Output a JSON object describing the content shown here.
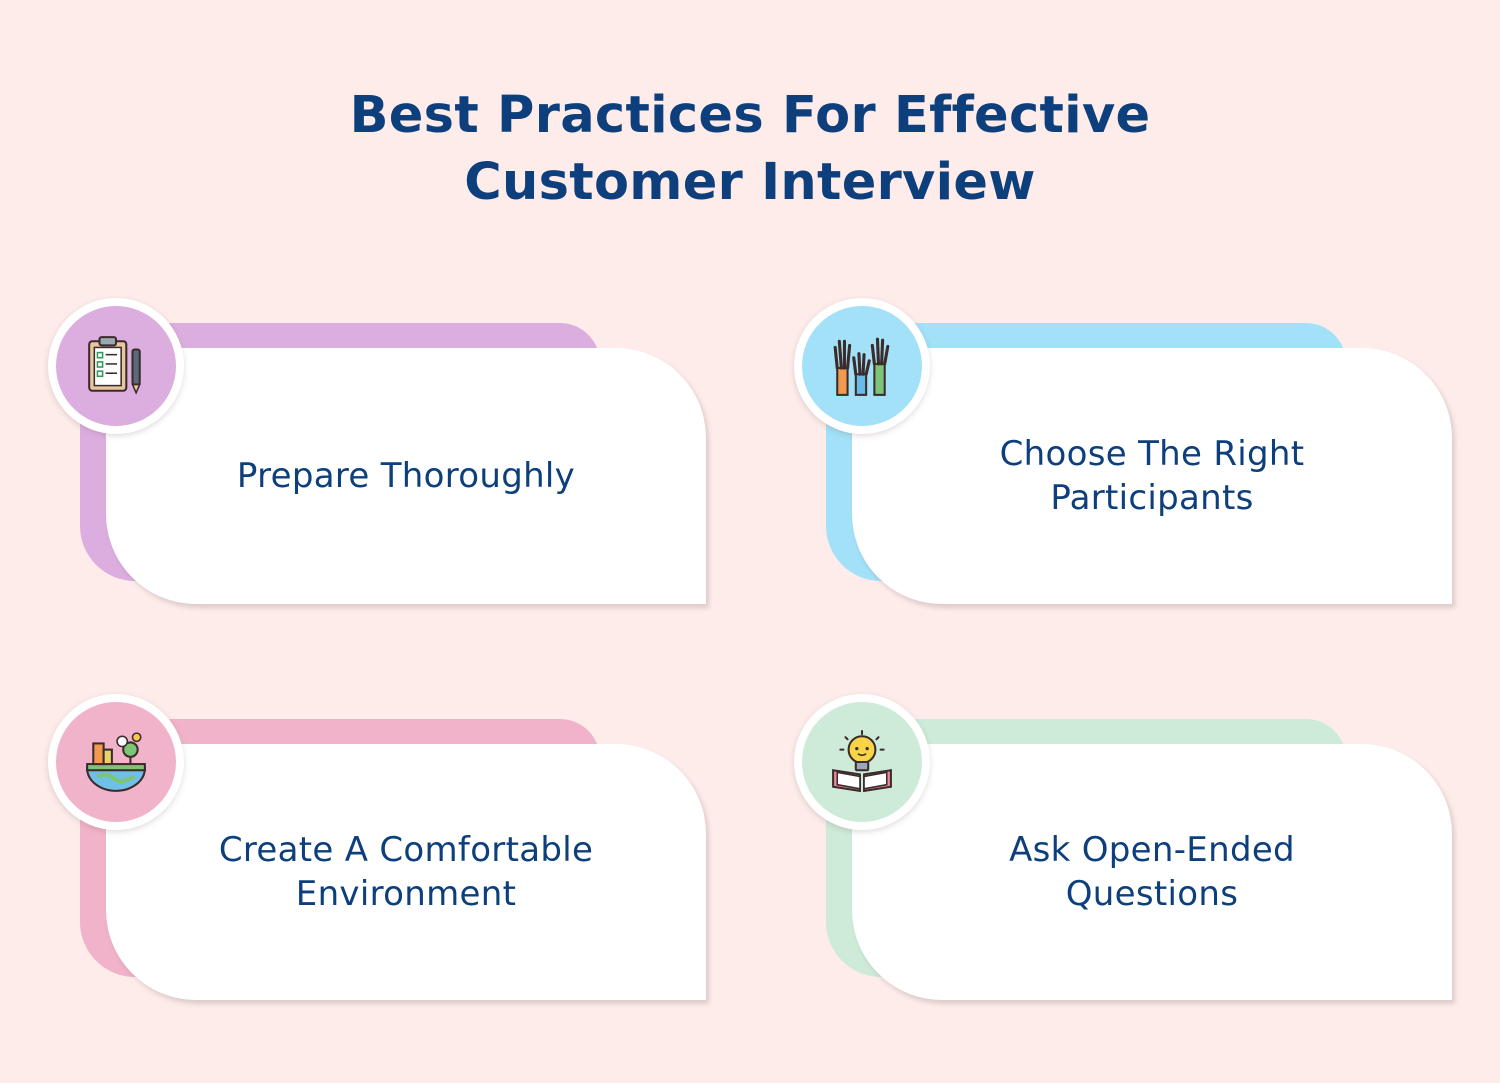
{
  "title": {
    "line1": "Best Practices For Effective",
    "line2": "Customer Interview"
  },
  "cards": [
    {
      "label": "Prepare Thoroughly",
      "icon": "clipboard-checklist-icon",
      "accent": "#dcaee0"
    },
    {
      "label": "Choose The Right\nParticipants",
      "icon": "raised-hands-icon",
      "accent": "#a2e1f7"
    },
    {
      "label": "Create A Comfortable\nEnvironment",
      "icon": "earth-city-icon",
      "accent": "#f1b3c9"
    },
    {
      "label": "Ask Open-Ended\nQuestions",
      "icon": "lightbulb-book-icon",
      "accent": "#cdebd8"
    }
  ]
}
